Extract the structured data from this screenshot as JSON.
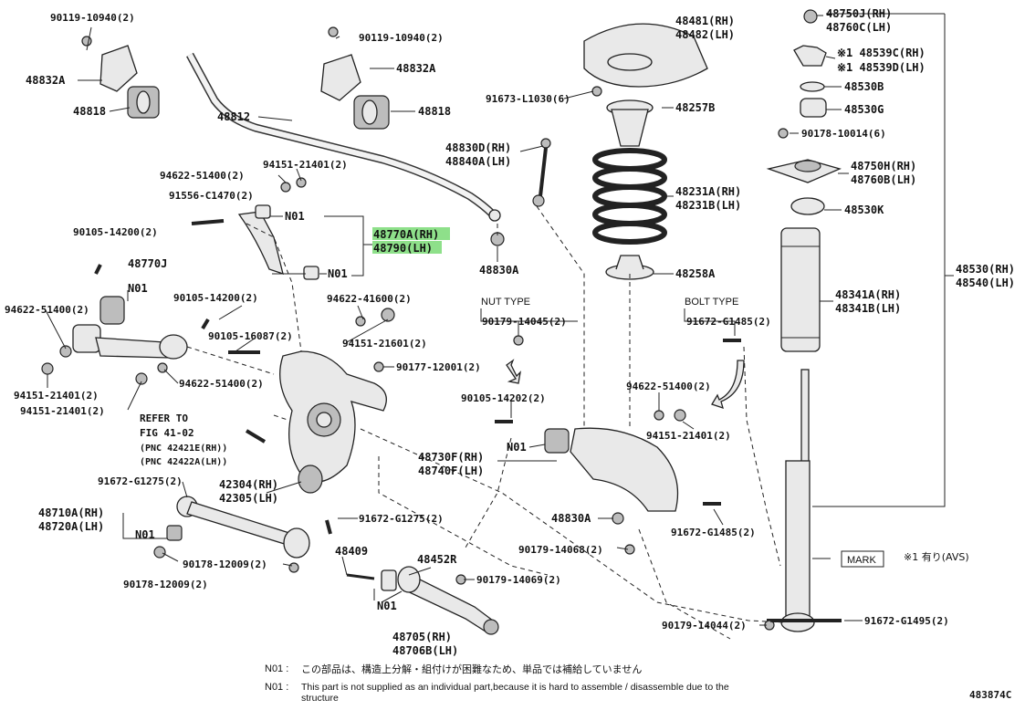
{
  "labels": {
    "l1": "90119-10940(2)",
    "l2": "48832A",
    "l3": "48818",
    "l4": "90119-10940(2)",
    "l5": "48832A",
    "l6": "48818",
    "l7": "48812",
    "l8": "94622-51400(2)",
    "l9": "94151-21401(2)",
    "l10": "91556-C1470(2)",
    "l11": "N01",
    "l12": "48770A(RH)",
    "l13": "48790(LH)",
    "l14": "N01",
    "l15": "90105-14200(2)",
    "l16": "48770J",
    "l17": "N01",
    "l18": "94622-51400(2)",
    "l19": "90105-14200(2)",
    "l20": "94622-41600(2)",
    "l21": "90105-16087(2)",
    "l22": "94151-21601(2)",
    "l23": "90177-12001(2)",
    "l24": "94622-51400(2)",
    "l25": "94151-21401(2)",
    "l26": "94151-21401(2)",
    "l27": "REFER TO",
    "l28": "FIG 41-02",
    "l29": "(PNC 42421E(RH))",
    "l30": "(PNC 42422A(LH))",
    "l31": "91672-G1275(2)",
    "l32": "42304(RH)",
    "l33": "42305(LH)",
    "l34": "48710A(RH)",
    "l35": "48720A(LH)",
    "l36": "N01",
    "l37": "91672-G1275(2)",
    "l38": "90178-12009(2)",
    "l39": "90178-12009(2)",
    "l40": "48409",
    "l41": "48452R",
    "l42": "90179-14069(2)",
    "l43": "N01",
    "l44": "48705(RH)",
    "l45": "48706B(LH)",
    "l46": "91673-L1030(6)",
    "l47": "48830D(RH)",
    "l48": "48840A(LH)",
    "l49": "48830A",
    "l50": "NUT TYPE",
    "l51": "90179-14045(2)",
    "l52": "90105-14202(2)",
    "l53": "N01",
    "l54": "48730F(RH)",
    "l55": "48740F(LH)",
    "l56": "48830A",
    "l57": "90179-14068(2)",
    "l58": "90179-14044(2)",
    "l59": "48481(RH)",
    "l60": "48482(LH)",
    "l61": "48257B",
    "l62": "48231A(RH)",
    "l63": "48231B(LH)",
    "l64": "48258A",
    "l65": "BOLT TYPE",
    "l66": "91672-G1485(2)",
    "l67": "94622-51400(2)",
    "l68": "94151-21401(2)",
    "l69": "91672-G1485(2)",
    "l70": "48750J(RH)",
    "l71": "48760C(LH)",
    "l72": "※1 48539C(RH)",
    "l73": "※1 48539D(LH)",
    "l74": "48530B",
    "l75": "48530G",
    "l76": "90178-10014(6)",
    "l77": "48750H(RH)",
    "l78": "48760B(LH)",
    "l79": "48530K",
    "l80": "48341A(RH)",
    "l81": "48341B(LH)",
    "l82": "48530(RH)",
    "l83": "48540(LH)",
    "l84": "MARK",
    "l85": "※1 有り(AVS)",
    "l86": "91672-G1495(2)"
  },
  "notes": {
    "jp_code": "N01 :",
    "jp_text": "この部品は、構造上分解・組付けが困難なため、単品では補給していません",
    "en_code": "N01 :",
    "en_text": "This part is not supplied as an individual part,because it is hard to assemble / disassemble due to the structure",
    "diagram_id": "483874C"
  },
  "colors": {
    "highlight": "#8ee08a",
    "ink": "#111111",
    "part_fill": "#e9e9e9"
  }
}
